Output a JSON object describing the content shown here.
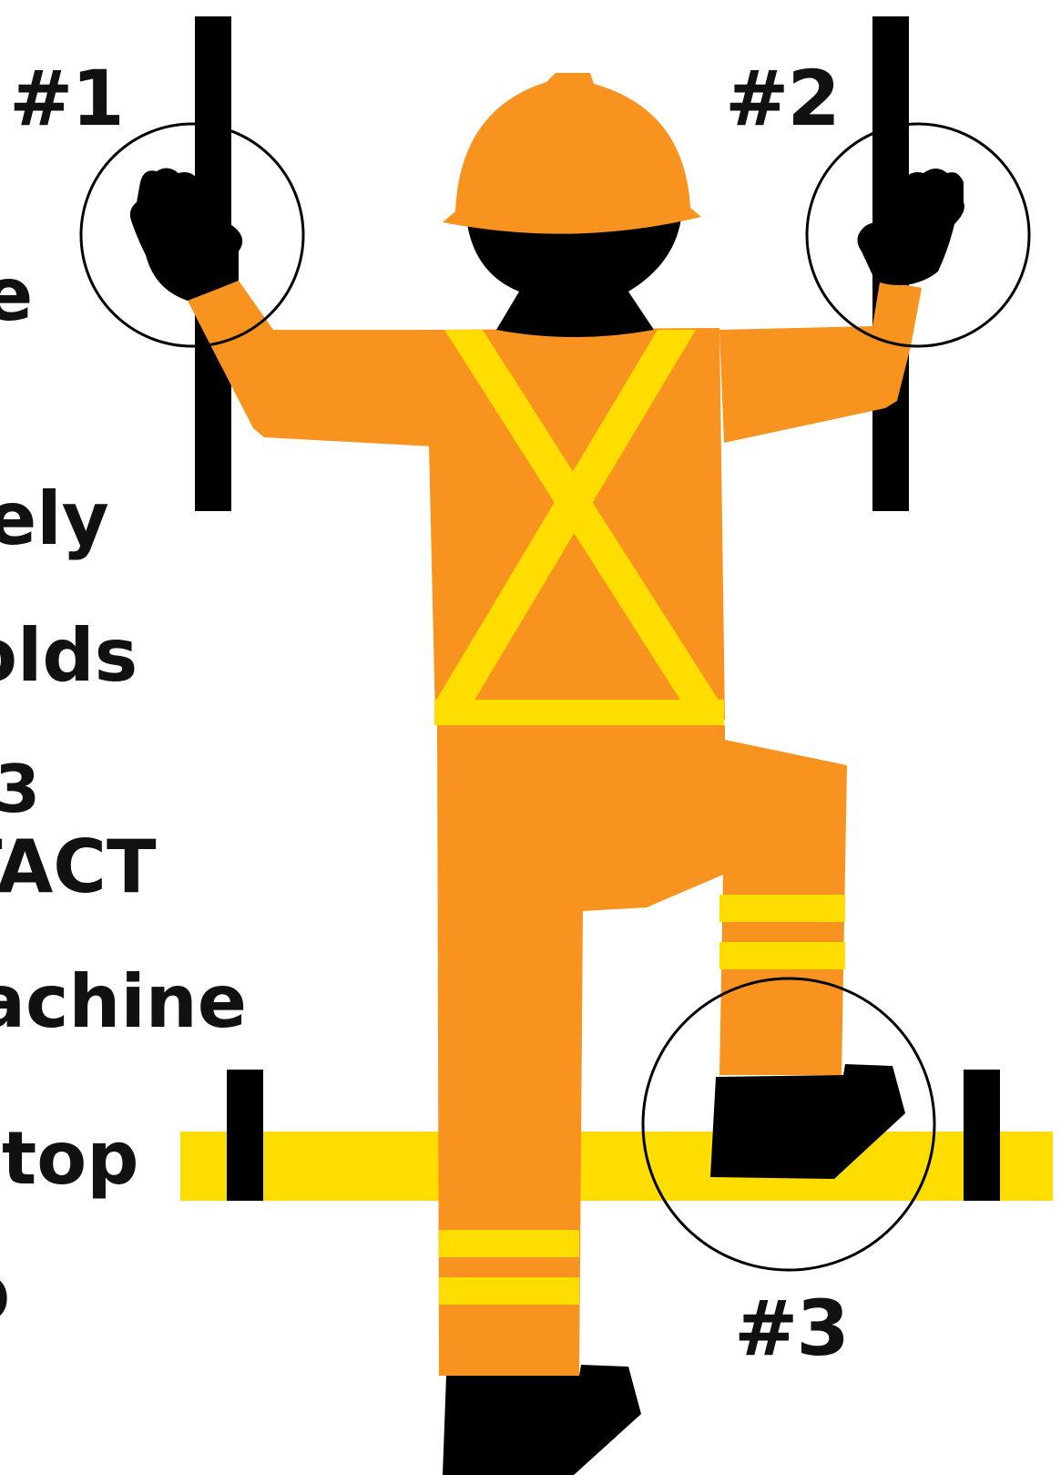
{
  "left_text_fragments": [
    "e",
    "ely",
    "olds",
    "3",
    "TACT",
    "achine",
    "top",
    "p"
  ],
  "labels": {
    "point1": "#1",
    "point2": "#2",
    "point3": "#3"
  },
  "colors": {
    "orange": "#f7931e",
    "yellow": "#ffdd00",
    "black": "#000000",
    "white": "#ffffff"
  },
  "icons": [
    "hard-hat-icon",
    "glove-icon",
    "boot-icon"
  ]
}
